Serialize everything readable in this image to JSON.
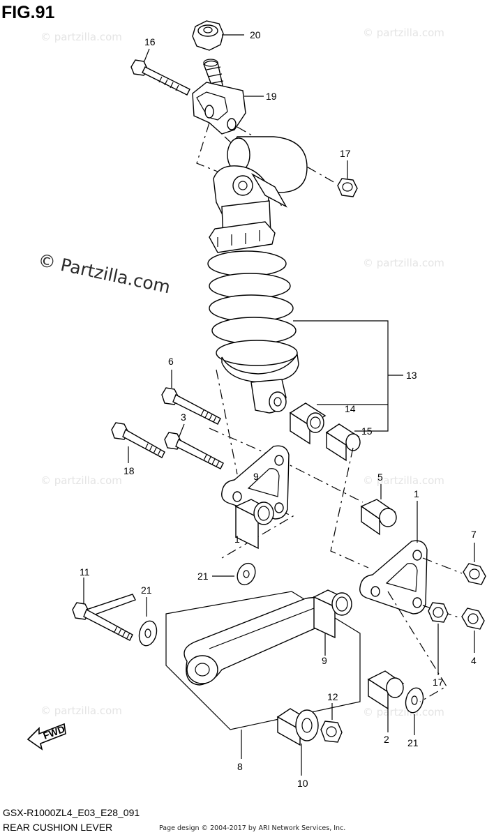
{
  "figure": {
    "title": "FIG.91",
    "code": "GSX-R1000ZL4_E03_E28_091",
    "name": "REAR CUSHION LEVER",
    "credit": "Page design © 2004-2017 by ARI Network Services, Inc."
  },
  "watermarks": {
    "main": "© Partzilla.com",
    "small": "© partzilla.com"
  },
  "fwd_label": "FWD",
  "callouts": {
    "c20": "20",
    "c16": "16",
    "c19": "19",
    "c17a": "17",
    "c13": "13",
    "c14": "14",
    "c15": "15",
    "c6": "6",
    "c3": "3",
    "c18": "18",
    "c5": "5",
    "c1a": "1",
    "c1b": "1",
    "c7": "7",
    "c21a": "21",
    "c11": "11",
    "c21b": "21",
    "c9a": "9",
    "c9b": "9",
    "c17b": "17",
    "c4": "4",
    "c2": "2",
    "c21c": "21",
    "c12": "12",
    "c8": "8",
    "c10": "10"
  }
}
